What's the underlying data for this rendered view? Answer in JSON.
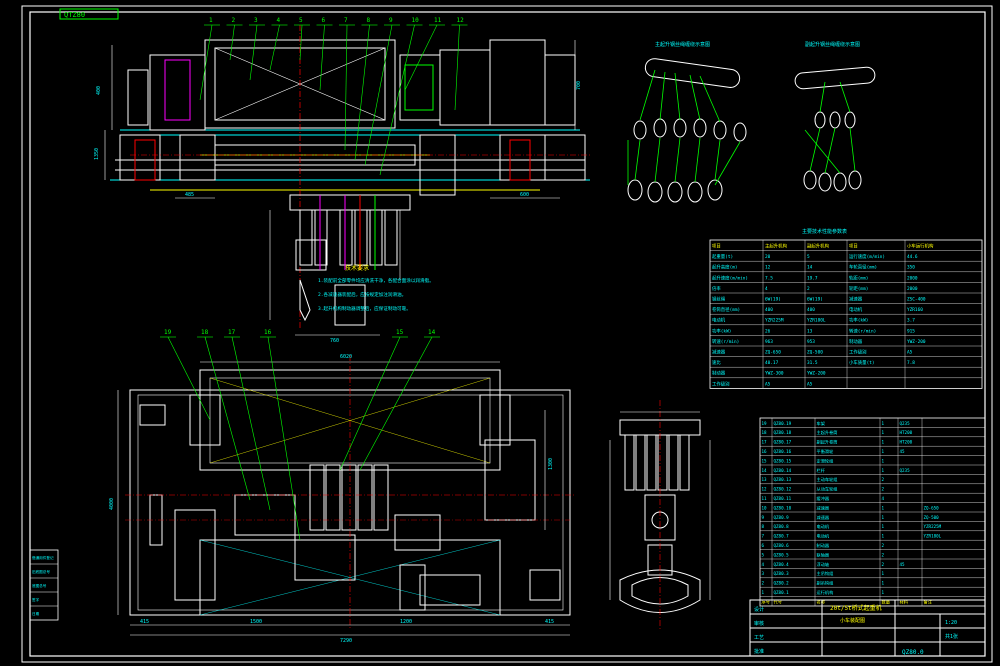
{
  "drawing": {
    "corner_tag": "QTZ80",
    "balloon_numbers_top": [
      "1",
      "2",
      "3",
      "4",
      "5",
      "6",
      "7",
      "8",
      "9",
      "10",
      "11",
      "12"
    ],
    "balloon_numbers_bottom": [
      "19",
      "18",
      "17",
      "16",
      "15",
      "14"
    ],
    "title_block": {
      "title": "20t/5t桥式起重机",
      "subtitle": "小车装配图",
      "drawing_no": "QZ80.0",
      "scale": "1:20",
      "sheet": "共1张"
    }
  },
  "dims": {
    "top_left_h1": "400",
    "top_left_h2": "1350",
    "top_right": "700",
    "top_bottom_left": "485",
    "top_bottom_right": "600",
    "hook_dim": "760",
    "plan_top": "6020",
    "plan_left": "4000",
    "plan_bottom": "7290",
    "plan_b1": "415",
    "plan_b2": "1500",
    "plan_b3": "1200",
    "plan_b4": "415",
    "side_dim": "1300"
  },
  "notes": {
    "heading": "技术要求",
    "items": [
      "1.装配前全部零件均应清洗干净，各配合面涂以润滑脂。",
      "2.各减速器装配后，应按规定加注润滑油。",
      "3.起升机构制动器调整后，应保证制动可靠。"
    ]
  },
  "rope_diagrams": {
    "main_title": "主起升钢丝绳缠绕示意图",
    "aux_title": "副起升钢丝绳缠绕示意图"
  },
  "param_table": {
    "title": "主要技术性能参数表",
    "header": [
      "项目",
      "主起升机构",
      "副起升机构",
      "项目",
      "小车运行机构"
    ],
    "rows": [
      [
        "起重量(t)",
        "20",
        "5",
        "运行速度(m/min)",
        "44.6"
      ],
      [
        "起升高度(m)",
        "12",
        "14",
        "车轮直径(mm)",
        "350"
      ],
      [
        "起升速度(m/min)",
        "7.5",
        "19.7",
        "轨距(mm)",
        "2000"
      ],
      [
        "倍率",
        "4",
        "2",
        "轮距(mm)",
        "2000"
      ],
      [
        "钢丝绳",
        "6W(19)",
        "6W(19)",
        "减速器",
        "ZSC-400"
      ],
      [
        "卷筒直径(mm)",
        "400",
        "400",
        "电动机",
        "YZR160"
      ],
      [
        "电动机",
        "YZR225M",
        "YZR180L",
        "功率(kW)",
        "3.7"
      ],
      [
        "功率(kW)",
        "26",
        "13",
        "转速(r/min)",
        "915"
      ],
      [
        "转速(r/min)",
        "963",
        "953",
        "制动器",
        "YWZ-200"
      ],
      [
        "减速器",
        "ZQ-650",
        "ZQ-500",
        "工作级别",
        "A5"
      ],
      [
        "速比",
        "40.17",
        "31.5",
        "小车质量(t)",
        "7.8"
      ],
      [
        "制动器",
        "YWZ-300",
        "YWZ-200",
        "",
        ""
      ],
      [
        "工作级别",
        "A5",
        "A5",
        "",
        ""
      ]
    ]
  },
  "parts_list": {
    "header": [
      "序号",
      "代号",
      "名称",
      "数量",
      "材料",
      "备注"
    ],
    "rows": [
      [
        "19",
        "QZ80.19",
        "车架",
        "1",
        "Q235",
        ""
      ],
      [
        "18",
        "QZ80.18",
        "主起升卷筒",
        "1",
        "HT200",
        ""
      ],
      [
        "17",
        "QZ80.17",
        "副起升卷筒",
        "1",
        "HT200",
        ""
      ],
      [
        "16",
        "QZ80.16",
        "平衡滑轮",
        "1",
        "45",
        ""
      ],
      [
        "15",
        "QZ80.15",
        "定滑轮组",
        "1",
        "",
        ""
      ],
      [
        "14",
        "QZ80.14",
        "栏杆",
        "1",
        "Q235",
        ""
      ],
      [
        "13",
        "QZ80.13",
        "主动车轮组",
        "2",
        "",
        ""
      ],
      [
        "12",
        "QZ80.12",
        "从动车轮组",
        "2",
        "",
        ""
      ],
      [
        "11",
        "QZ80.11",
        "缓冲器",
        "4",
        "",
        ""
      ],
      [
        "10",
        "QZ80.10",
        "减速器",
        "1",
        "",
        "ZQ-650"
      ],
      [
        "9",
        "QZ80.9",
        "减速器",
        "1",
        "",
        "ZQ-500"
      ],
      [
        "8",
        "QZ80.8",
        "电动机",
        "1",
        "",
        "YZR225M"
      ],
      [
        "7",
        "QZ80.7",
        "电动机",
        "1",
        "",
        "YZR180L"
      ],
      [
        "6",
        "QZ80.6",
        "制动器",
        "2",
        "",
        ""
      ],
      [
        "5",
        "QZ80.5",
        "联轴器",
        "2",
        "",
        ""
      ],
      [
        "4",
        "QZ80.4",
        "浮动轴",
        "2",
        "45",
        ""
      ],
      [
        "3",
        "QZ80.3",
        "主吊钩组",
        "1",
        "",
        ""
      ],
      [
        "2",
        "QZ80.2",
        "副吊钩组",
        "1",
        "",
        ""
      ],
      [
        "1",
        "QZ80.1",
        "运行机构",
        "1",
        "",
        ""
      ]
    ],
    "footer": [
      "序号",
      "代号",
      "名称",
      "数量",
      "材料",
      "备注"
    ]
  },
  "revision_block": {
    "rows": [
      "借通用件登记",
      "旧底图总号",
      "底图总号",
      "签字",
      "日期"
    ]
  },
  "bottom_block": {
    "labels": [
      "设计",
      "审核",
      "工艺",
      "批准"
    ],
    "names": [
      "",
      "",
      "",
      ""
    ]
  }
}
